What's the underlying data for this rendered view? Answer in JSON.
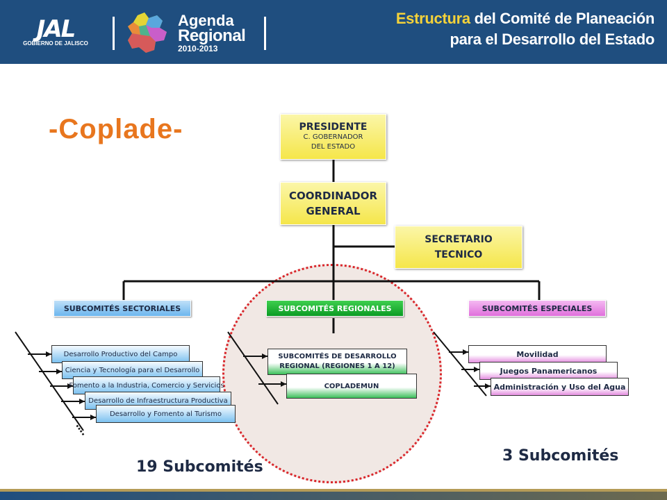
{
  "header": {
    "logo_main": "JAL",
    "logo_sub": "GOBIERNO DE JALISCO",
    "agenda_line1": "Agenda",
    "agenda_line2": "Regional",
    "agenda_years": "2010-2013",
    "title_highlight": "Estructura",
    "title_line1_rest": " del  Comité de Planeación",
    "title_line2": "para el Desarrollo  del Estado"
  },
  "colors": {
    "header_bg": "#1f4e7f",
    "title_highlight": "#f4d23a",
    "coplade": "#e8761e",
    "circle_border": "#d9262b"
  },
  "main": {
    "heading": "-Coplade-"
  },
  "org": {
    "presidente": {
      "title": "PRESIDENTE",
      "sub1": "C. GOBERNADOR",
      "sub2": "DEL ESTADO"
    },
    "coordinador": {
      "line1": "COORDINADOR",
      "line2": "GENERAL"
    },
    "secretario": {
      "line1": "SECRETARIO",
      "line2": "TECNICO"
    },
    "sectoriales": {
      "title": "SUBCOMITÉS SECTORIALES",
      "items": [
        "Desarrollo Productivo del Campo",
        "Ciencia y Tecnología para el Desarrollo",
        "Fomento a la Industria,  Comercio y Servicios",
        "Desarrollo de Infraestructura  Productiva",
        "Desarrollo y Fomento al Turismo"
      ],
      "ellipsis": "….",
      "count": "19 Subcomités"
    },
    "regionales": {
      "title": "SUBCOMITÉS REGIONALES",
      "item1_line1": "SUBCOMITÉS  DE DESARROLLO",
      "item1_line2": "REGIONAL (REGIONES  1  A 12)",
      "item2": "COPLADEMUN"
    },
    "especiales": {
      "title": "SUBCOMITÉS ESPECIALES",
      "items": [
        "Movilidad",
        "Juegos Panamericanos",
        "Administración y Uso del Agua"
      ],
      "count": "3 Subcomités"
    }
  }
}
